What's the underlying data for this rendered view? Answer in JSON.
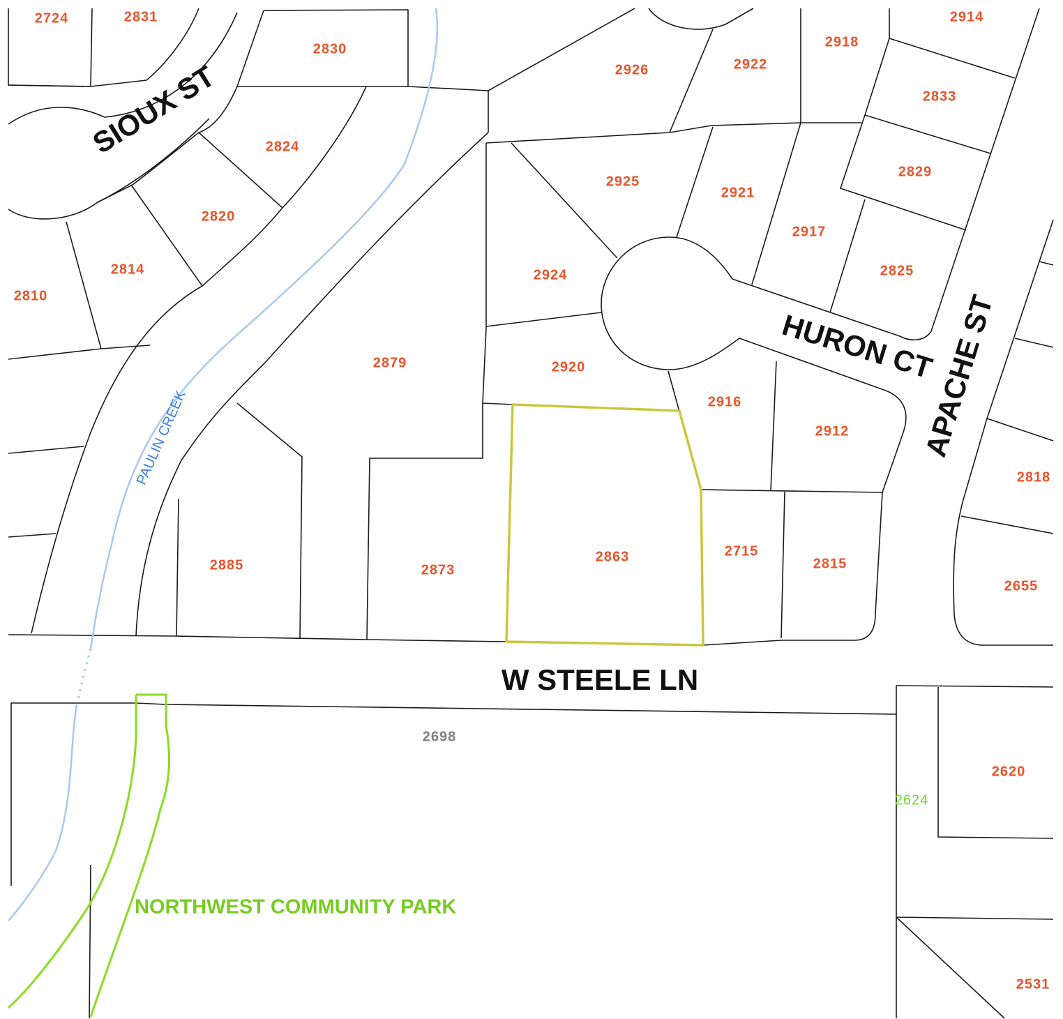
{
  "colors": {
    "parcel_label": "#e8542a",
    "parcel_label_gray": "#808080",
    "parcel_label_green": "#66dd22",
    "creek": "#a8c8f0",
    "creek_label": "#3a7fe0",
    "selected_parcel": "#c8c840",
    "park": "#88dd22",
    "park_label": "#77cc22"
  },
  "streets": {
    "sioux": "SIOUX ST",
    "huron": "HURON CT",
    "apache": "APACHE ST",
    "steele": "W STEELE LN"
  },
  "creek": {
    "name": "PAULIN CREEK"
  },
  "park": {
    "name": "NORTHWEST COMMUNITY PARK"
  },
  "selected_parcel": {
    "number": "2863"
  },
  "parcels": {
    "p2724": "2724",
    "p2831": "2831",
    "p2830": "2830",
    "p2824": "2824",
    "p2820": "2820",
    "p2814": "2814",
    "p2810": "2810",
    "p2879": "2879",
    "p2885": "2885",
    "p2873": "2873",
    "p2926": "2926",
    "p2922": "2922",
    "p2918": "2918",
    "p2914": "2914",
    "p2833": "2833",
    "p2829": "2829",
    "p2925": "2925",
    "p2921": "2921",
    "p2917": "2917",
    "p2825": "2825",
    "p2924": "2924",
    "p2920": "2920",
    "p2916": "2916",
    "p2912": "2912",
    "p2715": "2715",
    "p2815": "2815",
    "p2818": "2818",
    "p2655": "2655",
    "p2698": "2698",
    "p2620": "2620",
    "p2624": "2624",
    "p2531": "2531"
  }
}
